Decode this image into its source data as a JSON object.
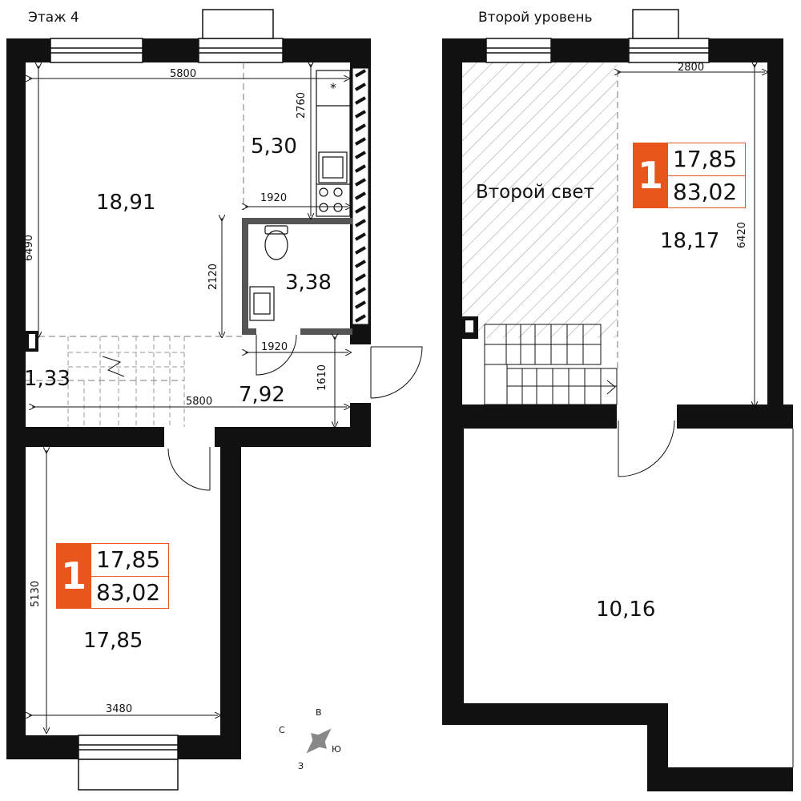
{
  "floor_left": {
    "title": "Этаж 4",
    "rooms": {
      "living": "18,91",
      "kitchen": "5,30",
      "bath": "3,38",
      "stair": "1,33",
      "hall": "7,92",
      "bedroom": "17,85"
    },
    "dims": {
      "top_width": "5800",
      "kitchen_height": "2760",
      "kitchen_width": "1920",
      "living_height": "6490",
      "bath_height": "2120",
      "bath_width": "1920",
      "hall_height": "1610",
      "hall_width": "5800",
      "bedroom_height": "5130",
      "bedroom_width": "3480"
    },
    "badge": {
      "rooms": "1",
      "living_area": "17,85",
      "total_area": "83,02"
    }
  },
  "floor_right": {
    "title": "Второй уровень",
    "second_light": "Второй свет",
    "rooms": {
      "upper": "18,17",
      "lower": "10,16"
    },
    "dims": {
      "width": "2800",
      "height": "6420"
    },
    "badge": {
      "rooms": "1",
      "living_area": "17,85",
      "total_area": "83,02"
    }
  },
  "compass": {
    "north": "С",
    "east": "В",
    "south": "Ю",
    "west": "З"
  },
  "colors": {
    "wall": "#111111",
    "accent": "#e8561d",
    "partition": "#555555"
  }
}
